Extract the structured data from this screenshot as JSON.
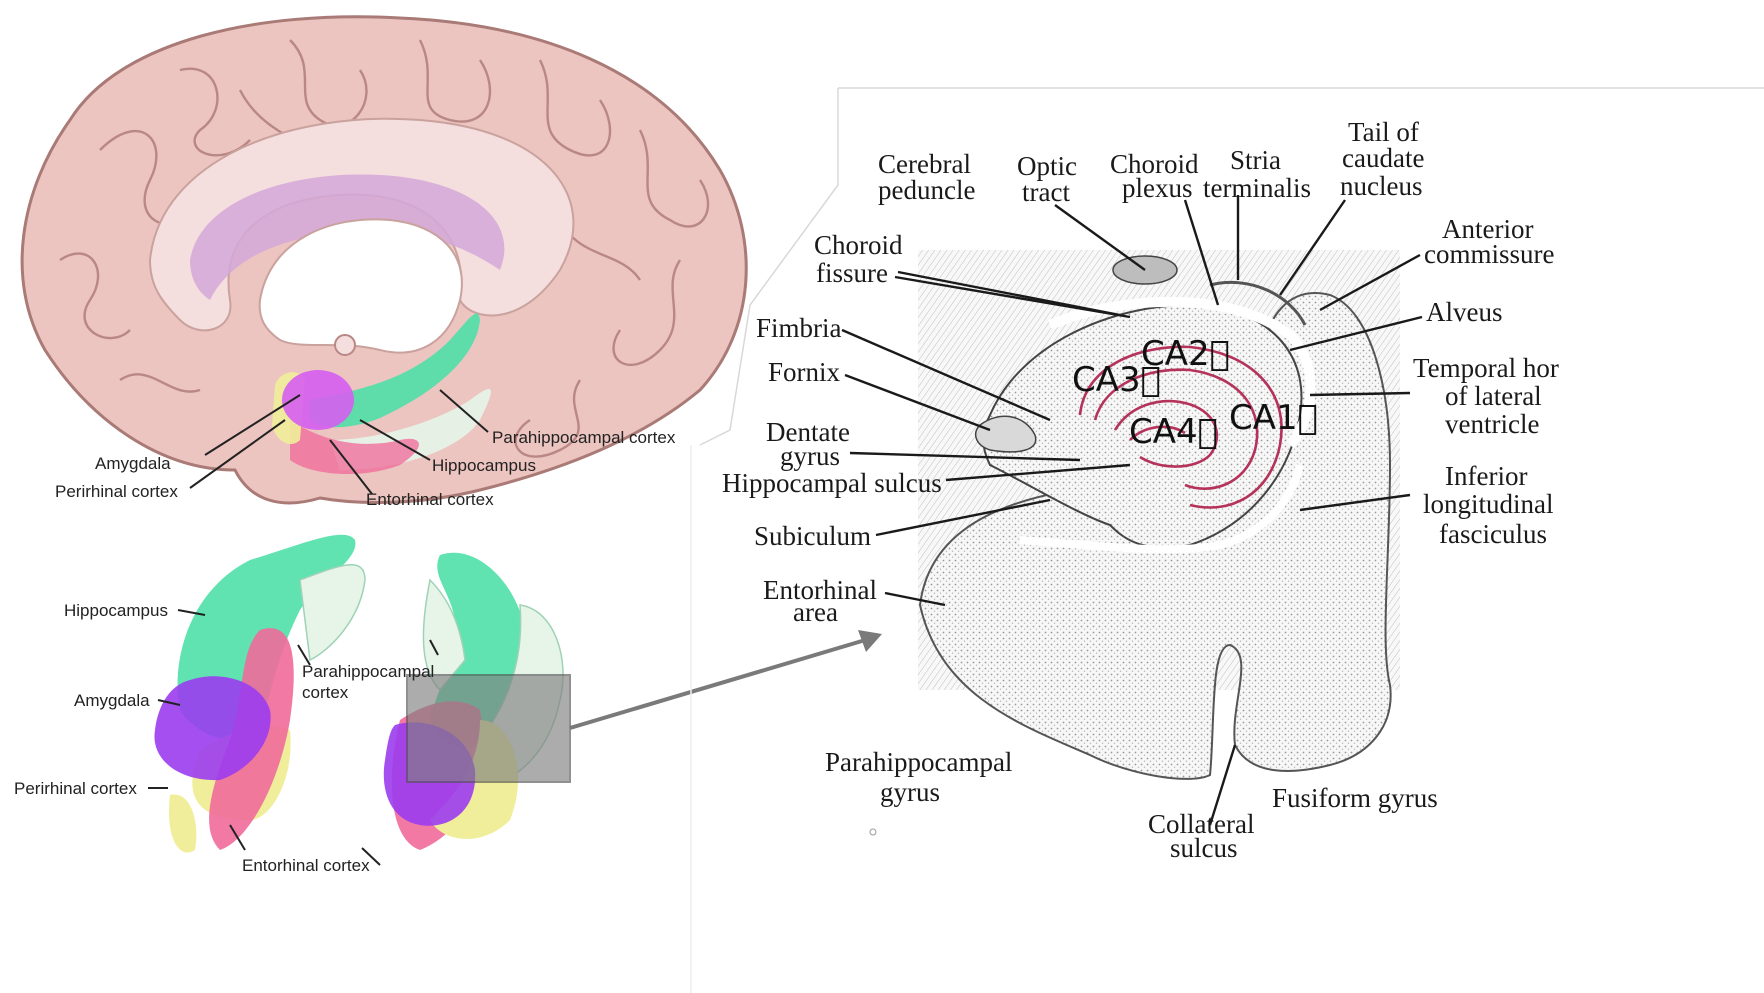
{
  "brain_labels": {
    "amygdala": "Amygdala",
    "perirhinal": "Perirhinal cortex",
    "entorhinal": "Entorhinal cortex",
    "hippocampus": "Hippocampus",
    "parahippocampal": "Parahippocampal cortex"
  },
  "lower_labels": {
    "hippocampus": "Hippocampus",
    "parahippocampal_1": "Parahippocampal",
    "parahippocampal_2": "cortex",
    "amygdala": "Amygdala",
    "perirhinal": "Perirhinal cortex",
    "entorhinal": "Entorhinal cortex"
  },
  "section_labels": {
    "cerebral_peduncle_1": "Cerebral",
    "cerebral_peduncle_2": "peduncle",
    "optic_tract_1": "Optic",
    "optic_tract_2": "tract",
    "choroid_plexus_1": "Choroid",
    "choroid_plexus_2": "plexus",
    "stria_terminalis_1": "Stria",
    "stria_terminalis_2": "terminalis",
    "tail_caudate_1": "Tail of",
    "tail_caudate_2": "caudate",
    "tail_caudate_3": "nucleus",
    "anterior_commissure_1": "Anterior",
    "anterior_commissure_2": "commissure",
    "choroid_fissure_1": "Choroid",
    "choroid_fissure_2": "fissure",
    "alveus": "Alveus",
    "fimbria": "Fimbria",
    "fornix": "Fornix",
    "temporal_horn_1": "Temporal hor",
    "temporal_horn_2": "of lateral",
    "temporal_horn_3": "ventricle",
    "dentate_gyrus_1": "Dentate",
    "dentate_gyrus_2": "gyrus",
    "hippocampal_sulcus": "Hippocampal sulcus",
    "inferior_long_1": "Inferior",
    "inferior_long_2": "longitudinal",
    "inferior_long_3": "fasciculus",
    "subiculum": "Subiculum",
    "entorhinal_area_1": "Entorhinal",
    "entorhinal_area_2": "area",
    "parahippocampal_gyrus_1": "Parahippocampal",
    "parahippocampal_gyrus_2": "gyrus",
    "fusiform_gyrus": "Fusiform gyrus",
    "collateral_sulcus_1": "Collateral",
    "collateral_sulcus_2": "sulcus"
  },
  "ca_labels": {
    "ca1": "CA1⃞",
    "ca2": "CA2⃞",
    "ca3": "CA3⃞",
    "ca4": "CA4⃞"
  },
  "colors": {
    "brain": "#ecc4c0",
    "hippocampus": "#4fe0a8",
    "parahippocampal": "#e6f5e8",
    "amygdala": "#9b3cf0",
    "perirhinal": "#f0ee9a",
    "entorhinal": "#f06a9a",
    "ca_lines": "#b5325a",
    "highlight_box": "#808080"
  }
}
